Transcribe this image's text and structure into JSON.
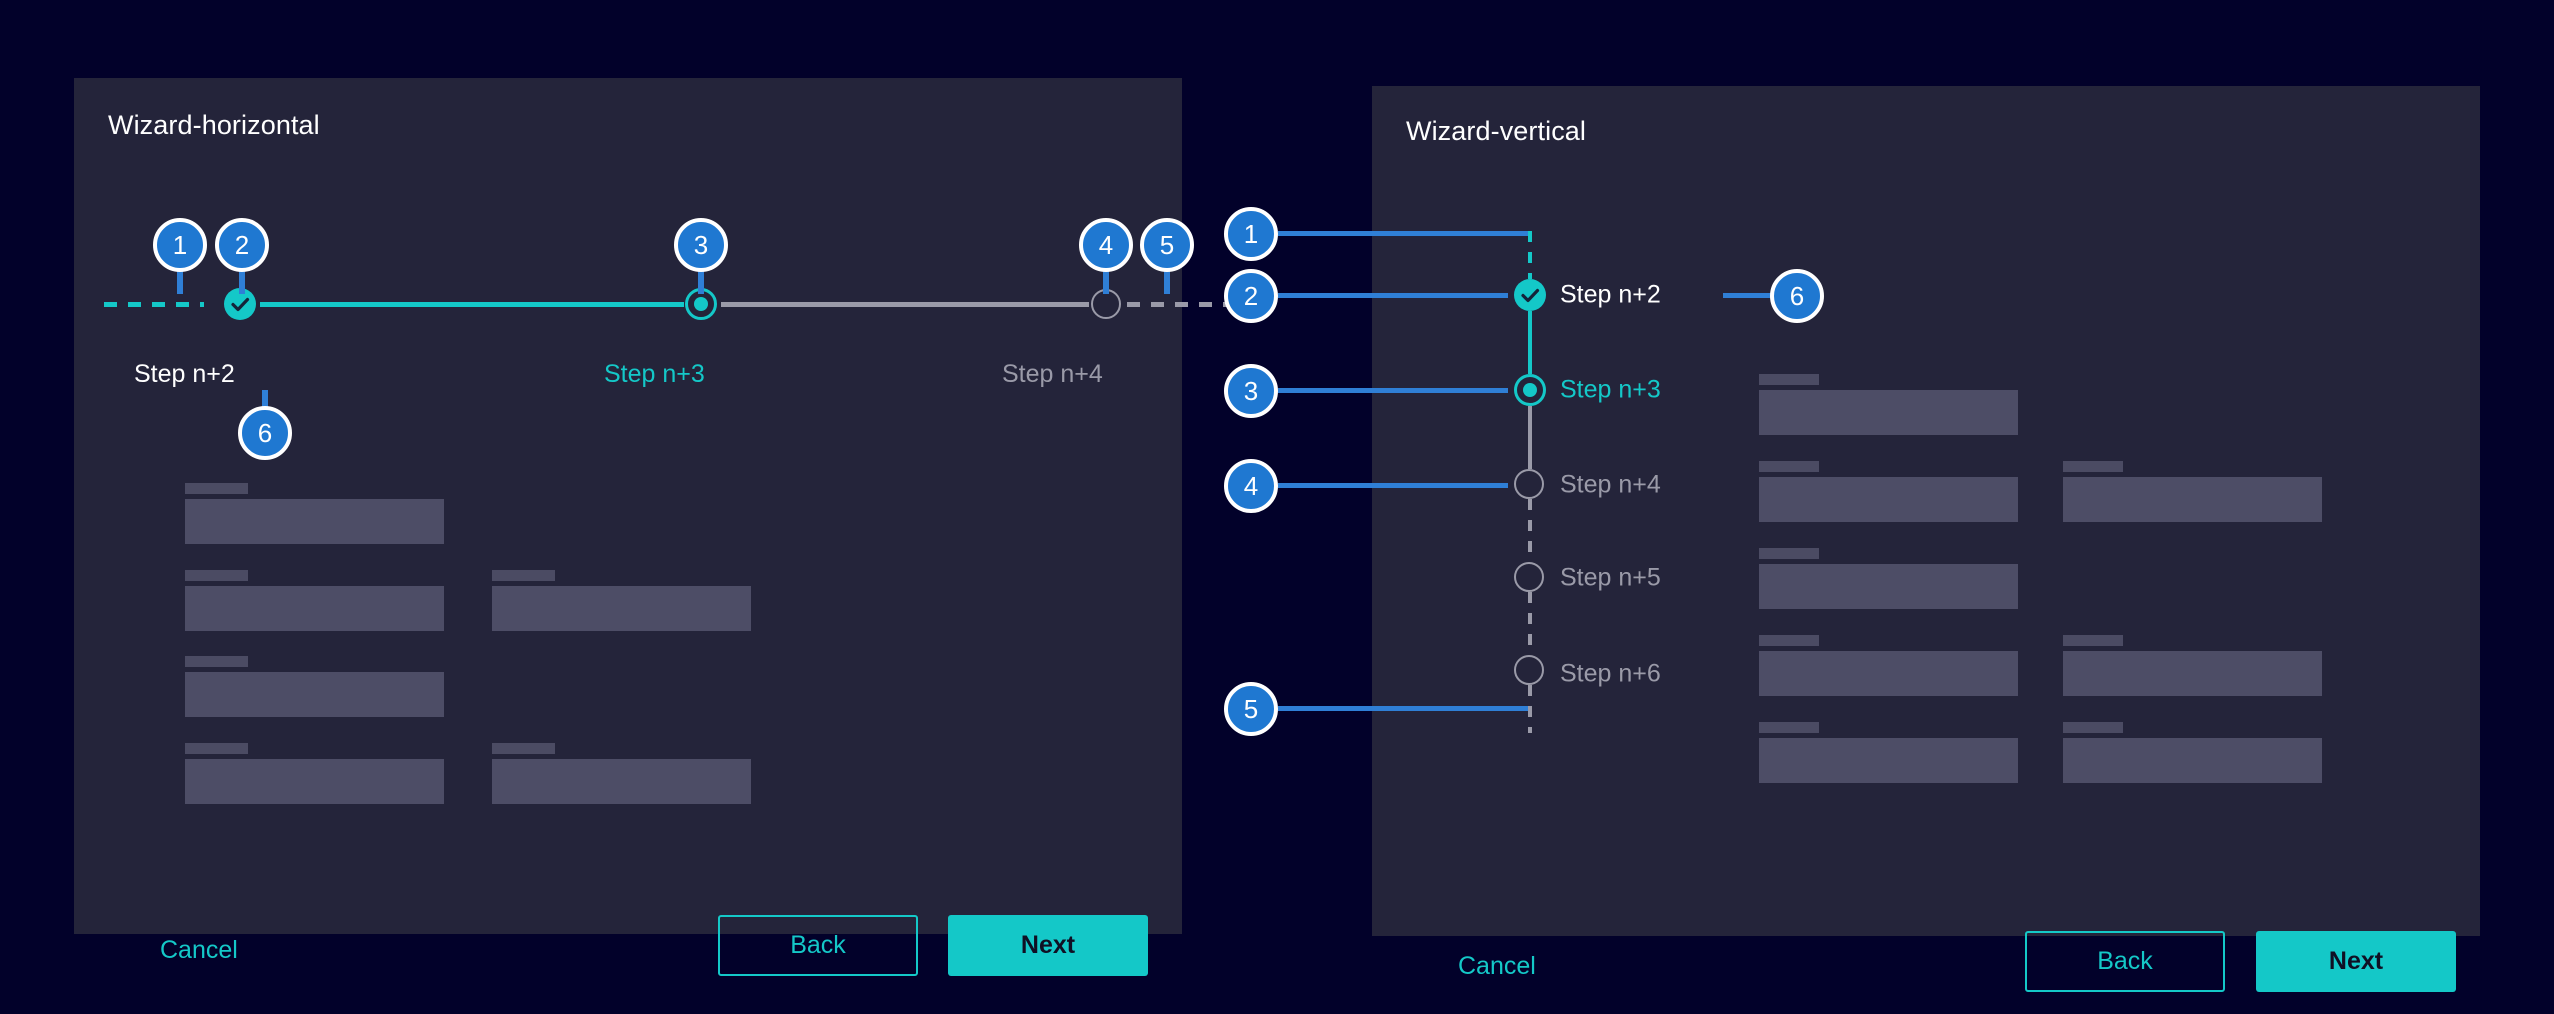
{
  "page": {
    "background": "#02012a",
    "panel_background": "#24243a"
  },
  "colors": {
    "accent_cyan": "#14c8c8",
    "callout_blue": "#1f78d1",
    "callout_line": "#2f7fd6",
    "inactive_gray": "#9a9aa8",
    "skeleton_field": "#4d4d66",
    "skeleton_label": "#4b4b63",
    "text_white": "#ffffff"
  },
  "horizontal": {
    "title": "Wizard-horizontal",
    "steps": [
      {
        "label": "Step n+2",
        "state": "done"
      },
      {
        "label": "Step n+3",
        "state": "active"
      },
      {
        "label": "Step n+4",
        "state": "todo"
      }
    ],
    "callouts": [
      {
        "number": "1",
        "target": "leading-dashed-connector"
      },
      {
        "number": "2",
        "target": "completed-step-node"
      },
      {
        "number": "3",
        "target": "active-step-node"
      },
      {
        "number": "4",
        "target": "incomplete-step-node"
      },
      {
        "number": "5",
        "target": "trailing-dashed-connector"
      },
      {
        "number": "6",
        "target": "step-label"
      }
    ],
    "footer": {
      "cancel_label": "Cancel",
      "back_label": "Back",
      "next_label": "Next"
    }
  },
  "vertical": {
    "title": "Wizard-vertical",
    "steps": [
      {
        "label": "Step n+2",
        "state": "done"
      },
      {
        "label": "Step n+3",
        "state": "active"
      },
      {
        "label": "Step n+4",
        "state": "todo"
      },
      {
        "label": "Step n+5",
        "state": "todo"
      },
      {
        "label": "Step n+6",
        "state": "todo"
      }
    ],
    "callouts": [
      {
        "number": "1",
        "target": "leading-dashed-connector"
      },
      {
        "number": "2",
        "target": "completed-step-node"
      },
      {
        "number": "3",
        "target": "active-step-node"
      },
      {
        "number": "4",
        "target": "incomplete-step-node"
      },
      {
        "number": "5",
        "target": "trailing-dashed-connector"
      },
      {
        "number": "6",
        "target": "step-label"
      }
    ],
    "footer": {
      "cancel_label": "Cancel",
      "back_label": "Back",
      "next_label": "Next"
    }
  }
}
